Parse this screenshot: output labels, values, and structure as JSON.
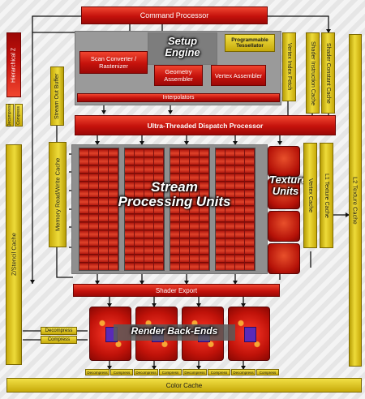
{
  "diagram": {
    "command_processor": "Command Processor",
    "setup_engine": "Setup Engine",
    "scan_converter": "Scan Converter / Rastenizer",
    "geometry_assembler": "Geometry Assembler",
    "vertex_assembler": "Vertex Assembler",
    "programmable_tessellator": "Programmable Tessellator",
    "interpolators": "Interpolators",
    "hierarchical_z": "Hierarchical Z",
    "vertex_index_fetch": "Vertex Index Fetch",
    "shader_instruction_cache": "Shader Instruction Cache",
    "shader_constant_cache": "Shader Constant Cache",
    "stream_out_buffer": "Stream Out Buffer",
    "dispatch_processor": "Ultra-Threaded Dispatch Processor",
    "memory_rw_cache": "Memory Read/Write Cache",
    "stream_processing_units": "Stream Processing Units",
    "texture_units": "Texture Units",
    "vertex_cache": "Vertex Cache",
    "l1_texture_cache": "L1 Texture Cache",
    "l2_texture_cache": "L2 Texture Cache",
    "zstencil_cache": "Z/Stencil Cache",
    "shader_export": "Shader Export",
    "render_backends": "Render Back-Ends",
    "decompress": "Decompress",
    "compress": "Compress",
    "color_cache": "Color Cache"
  }
}
